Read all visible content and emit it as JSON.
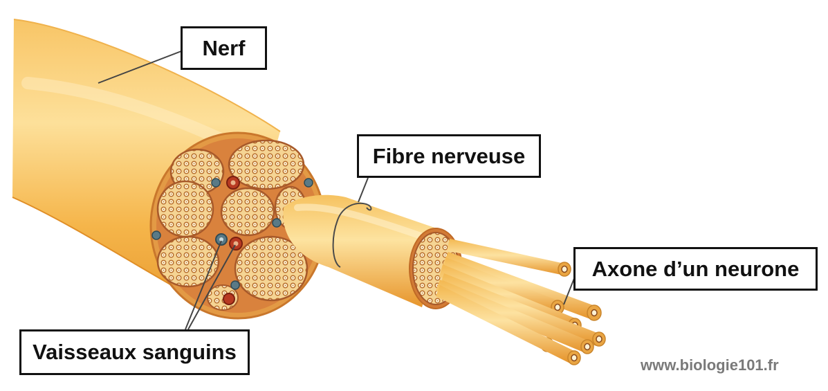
{
  "labels": {
    "nerf": "Nerf",
    "fibre": "Fibre nerveuse",
    "axone": "Axone d’un neurone",
    "vaisseaux": "Vaisseaux sanguins"
  },
  "watermark": "www.biologie101.fr",
  "colors": {
    "nerve_light": "#fbd07a",
    "nerve_mid": "#f5b84a",
    "nerve_dark": "#e9952a",
    "section_bg": "#d9823d",
    "bundle_fill": "#f4d089",
    "artery_red": "#b83a22",
    "vein_blue": "#5a7a86",
    "label_border": "#111111",
    "watermark": "#7a7a7a"
  }
}
